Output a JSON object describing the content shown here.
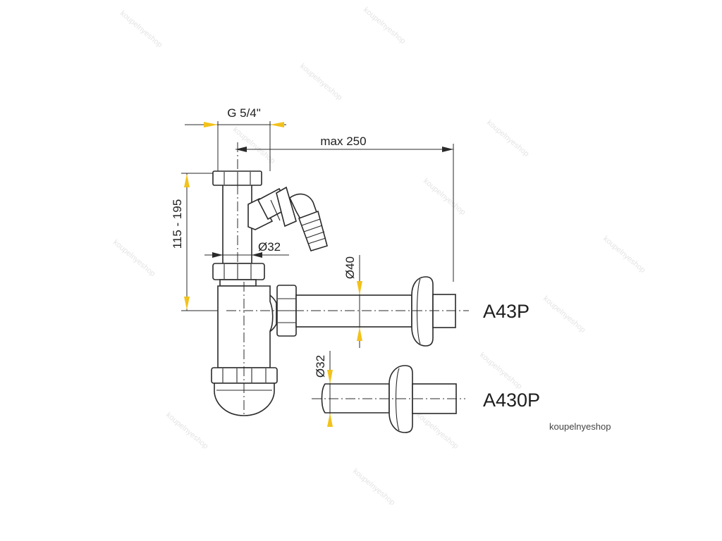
{
  "dimensions": {
    "thread": "G 5/4\"",
    "max_length": "max 250",
    "height_range": "115 - 195",
    "inlet_diameter": "Ø32",
    "outlet_diameter": "Ø40",
    "pipe_diameter": "Ø32"
  },
  "products": {
    "top": "A43P",
    "bottom": "A430P"
  },
  "watermark": "koupelnyeshop",
  "brand": "koupelnyeshop",
  "colors": {
    "line": "#2a2a2a",
    "arrow": "#f2c21b",
    "watermark": "#e4e4e4"
  }
}
